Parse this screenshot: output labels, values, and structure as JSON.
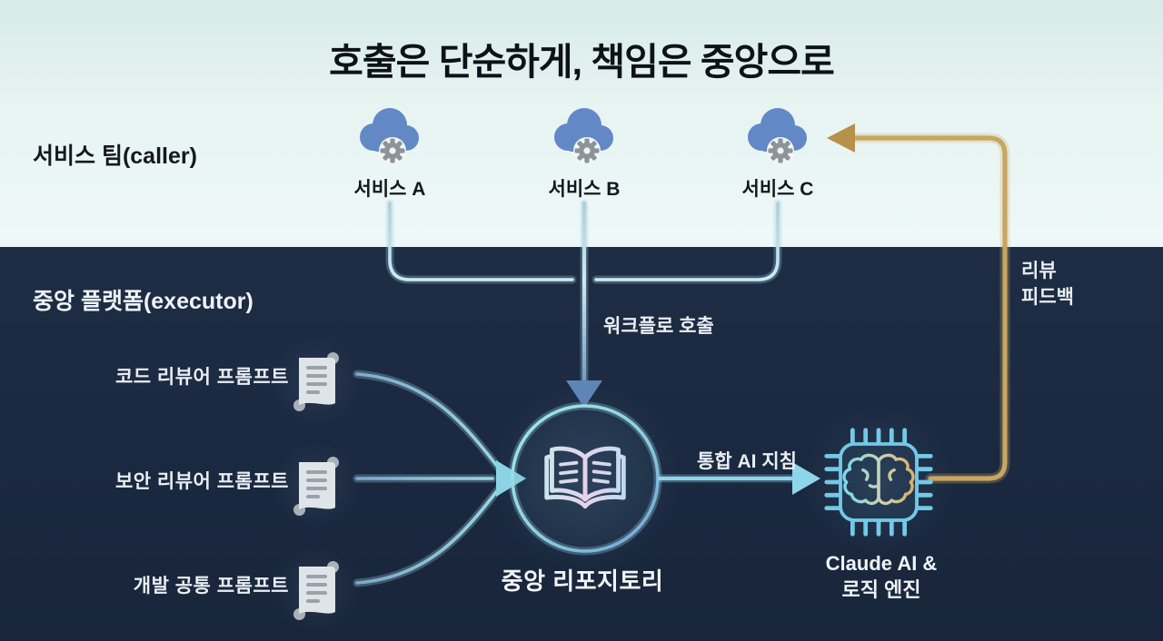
{
  "title": "호출은 단순하게, 책임은 중앙으로",
  "caller_section": {
    "label": "서비스 팀(caller)",
    "services": [
      {
        "icon": "cloud-gear-icon",
        "label": "서비스 A"
      },
      {
        "icon": "cloud-gear-icon",
        "label": "서비스 B"
      },
      {
        "icon": "cloud-gear-icon",
        "label": "서비스 C"
      }
    ]
  },
  "executor_section": {
    "label": "중앙 플랫폼(executor)",
    "prompts": [
      {
        "icon": "scroll-icon",
        "label": "코드 리뷰어 프롬프트"
      },
      {
        "icon": "scroll-icon",
        "label": "보안 리뷰어 프롬프트"
      },
      {
        "icon": "scroll-icon",
        "label": "개발 공통 프롬프트"
      }
    ],
    "repository": {
      "icon": "open-book-icon",
      "label": "중앙 리포지토리"
    },
    "engine": {
      "icon": "chip-brain-icon",
      "label_line1": "Claude AI &",
      "label_line2": "로직 엔진"
    }
  },
  "edges": {
    "workflow_call_label": "워크플로 호출",
    "unified_guideline_label": "통합 AI 지침",
    "review_feedback_line1": "리뷰",
    "review_feedback_line2": "피드백"
  },
  "colors": {
    "light_bg": "#ddeeec",
    "dark_bg": "#1c2a40",
    "title_text": "#0d1218",
    "light_text": "#eef3f7",
    "cloud_blue": "#6289c5",
    "gear_gray": "#8e9299",
    "flow_line_light": "#cfeef2",
    "flow_line_blue": "#5e86b7",
    "prompt_paper": "#dde2e7",
    "circle_cyan": "#93dfe2",
    "chip_cyan": "#72c9e6",
    "gold": "#c8a662"
  }
}
